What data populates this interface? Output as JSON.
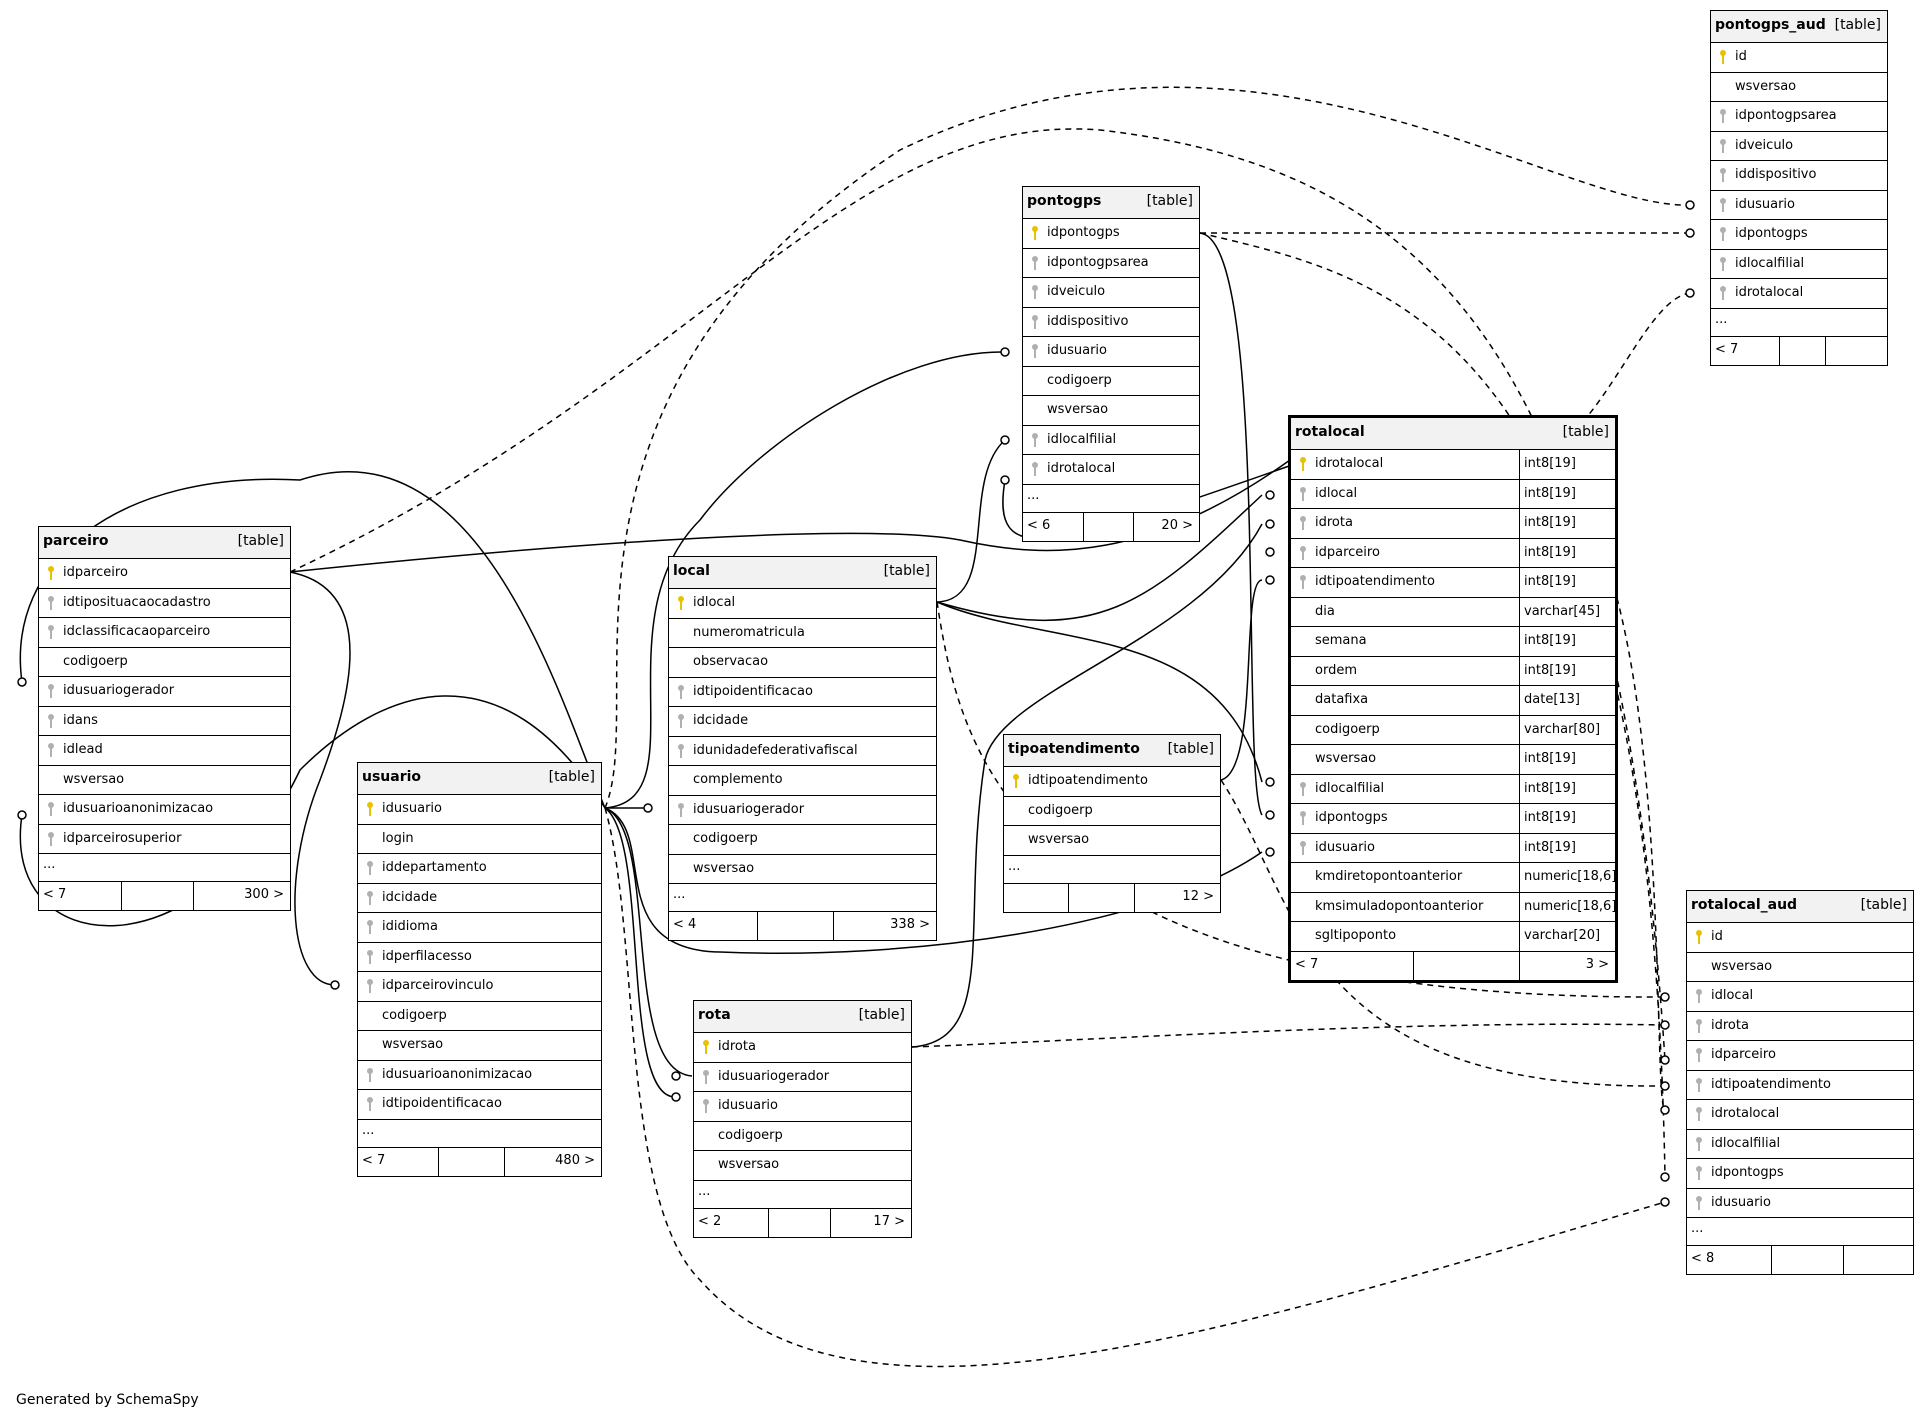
{
  "footer": "Generated by SchemaSpy",
  "tables": [
    {
      "name": "pontogps_aud",
      "type": "[table]",
      "columns": [
        {
          "name": "id",
          "key": "pk"
        },
        {
          "name": "wsversao",
          "key": ""
        },
        {
          "name": "idpontogpsarea",
          "key": "fk"
        },
        {
          "name": "idveiculo",
          "key": "fk"
        },
        {
          "name": "iddispositivo",
          "key": "fk"
        },
        {
          "name": "idusuario",
          "key": "fk"
        },
        {
          "name": "idpontogps",
          "key": "fk"
        },
        {
          "name": "idlocalfilial",
          "key": "fk"
        },
        {
          "name": "idrotalocal",
          "key": "fk"
        }
      ],
      "more": "...",
      "footer": [
        "< 7",
        "",
        ""
      ]
    },
    {
      "name": "pontogps",
      "type": "[table]",
      "columns": [
        {
          "name": "idpontogps",
          "key": "pk"
        },
        {
          "name": "idpontogpsarea",
          "key": "fk"
        },
        {
          "name": "idveiculo",
          "key": "fk"
        },
        {
          "name": "iddispositivo",
          "key": "fk"
        },
        {
          "name": "idusuario",
          "key": "fk"
        },
        {
          "name": "codigoerp",
          "key": ""
        },
        {
          "name": "wsversao",
          "key": ""
        },
        {
          "name": "idlocalfilial",
          "key": "fk"
        },
        {
          "name": "idrotalocal",
          "key": "fk"
        }
      ],
      "more": "...",
      "footer": [
        "< 6",
        "",
        "20 >"
      ]
    },
    {
      "name": "rotalocal",
      "type": "[table]",
      "columns": [
        {
          "name": "idrotalocal",
          "key": "pk",
          "type": "int8[19]"
        },
        {
          "name": "idlocal",
          "key": "fk",
          "type": "int8[19]"
        },
        {
          "name": "idrota",
          "key": "fk",
          "type": "int8[19]"
        },
        {
          "name": "idparceiro",
          "key": "fk",
          "type": "int8[19]"
        },
        {
          "name": "idtipoatendimento",
          "key": "fk",
          "type": "int8[19]"
        },
        {
          "name": "dia",
          "key": "",
          "type": "varchar[45]"
        },
        {
          "name": "semana",
          "key": "",
          "type": "int8[19]"
        },
        {
          "name": "ordem",
          "key": "",
          "type": "int8[19]"
        },
        {
          "name": "datafixa",
          "key": "",
          "type": "date[13]"
        },
        {
          "name": "codigoerp",
          "key": "",
          "type": "varchar[80]"
        },
        {
          "name": "wsversao",
          "key": "",
          "type": "int8[19]"
        },
        {
          "name": "idlocalfilial",
          "key": "fk",
          "type": "int8[19]"
        },
        {
          "name": "idpontogps",
          "key": "fk",
          "type": "int8[19]"
        },
        {
          "name": "idusuario",
          "key": "fk",
          "type": "int8[19]"
        },
        {
          "name": "kmdiretopontoanterior",
          "key": "",
          "type": "numeric[18,6]"
        },
        {
          "name": "kmsimuladopontoanterior",
          "key": "",
          "type": "numeric[18,6]"
        },
        {
          "name": "sgltipoponto",
          "key": "",
          "type": "varchar[20]"
        }
      ],
      "more": "",
      "footer": [
        "< 7",
        "",
        "3 >"
      ]
    },
    {
      "name": "parceiro",
      "type": "[table]",
      "columns": [
        {
          "name": "idparceiro",
          "key": "pk"
        },
        {
          "name": "idtiposituacaocadastro",
          "key": "fk"
        },
        {
          "name": "idclassificacaoparceiro",
          "key": "fk"
        },
        {
          "name": "codigoerp",
          "key": ""
        },
        {
          "name": "idusuariogerador",
          "key": "fk"
        },
        {
          "name": "idans",
          "key": "fk"
        },
        {
          "name": "idlead",
          "key": "fk"
        },
        {
          "name": "wsversao",
          "key": ""
        },
        {
          "name": "idusuarioanonimizacao",
          "key": "fk"
        },
        {
          "name": "idparceirosuperior",
          "key": "fk"
        }
      ],
      "more": "...",
      "footer": [
        "< 7",
        "",
        "300 >"
      ]
    },
    {
      "name": "local",
      "type": "[table]",
      "columns": [
        {
          "name": "idlocal",
          "key": "pk"
        },
        {
          "name": "numeromatricula",
          "key": ""
        },
        {
          "name": "observacao",
          "key": ""
        },
        {
          "name": "idtipoidentificacao",
          "key": "fk"
        },
        {
          "name": "idcidade",
          "key": "fk"
        },
        {
          "name": "idunidadefederativafiscal",
          "key": "fk"
        },
        {
          "name": "complemento",
          "key": ""
        },
        {
          "name": "idusuariogerador",
          "key": "fk"
        },
        {
          "name": "codigoerp",
          "key": ""
        },
        {
          "name": "wsversao",
          "key": ""
        }
      ],
      "more": "...",
      "footer": [
        "< 4",
        "",
        "338 >"
      ]
    },
    {
      "name": "usuario",
      "type": "[table]",
      "columns": [
        {
          "name": "idusuario",
          "key": "pk"
        },
        {
          "name": "login",
          "key": ""
        },
        {
          "name": "iddepartamento",
          "key": "fk"
        },
        {
          "name": "idcidade",
          "key": "fk"
        },
        {
          "name": "ididioma",
          "key": "fk"
        },
        {
          "name": "idperfilacesso",
          "key": "fk"
        },
        {
          "name": "idparceirovinculo",
          "key": "fk"
        },
        {
          "name": "codigoerp",
          "key": ""
        },
        {
          "name": "wsversao",
          "key": ""
        },
        {
          "name": "idusuarioanonimizacao",
          "key": "fk"
        },
        {
          "name": "idtipoidentificacao",
          "key": "fk"
        }
      ],
      "more": "...",
      "footer": [
        "< 7",
        "",
        "480 >"
      ]
    },
    {
      "name": "tipoatendimento",
      "type": "[table]",
      "columns": [
        {
          "name": "idtipoatendimento",
          "key": "pk"
        },
        {
          "name": "codigoerp",
          "key": ""
        },
        {
          "name": "wsversao",
          "key": ""
        }
      ],
      "more": "...",
      "footer": [
        "",
        "",
        "12 >"
      ]
    },
    {
      "name": "rota",
      "type": "[table]",
      "columns": [
        {
          "name": "idrota",
          "key": "pk"
        },
        {
          "name": "idusuariogerador",
          "key": "fk"
        },
        {
          "name": "idusuario",
          "key": "fk"
        },
        {
          "name": "codigoerp",
          "key": ""
        },
        {
          "name": "wsversao",
          "key": ""
        }
      ],
      "more": "...",
      "footer": [
        "< 2",
        "",
        "17 >"
      ]
    },
    {
      "name": "rotalocal_aud",
      "type": "[table]",
      "columns": [
        {
          "name": "id",
          "key": "pk"
        },
        {
          "name": "wsversao",
          "key": ""
        },
        {
          "name": "idlocal",
          "key": "fk"
        },
        {
          "name": "idrota",
          "key": "fk"
        },
        {
          "name": "idparceiro",
          "key": "fk"
        },
        {
          "name": "idtipoatendimento",
          "key": "fk"
        },
        {
          "name": "idrotalocal",
          "key": "fk"
        },
        {
          "name": "idlocalfilial",
          "key": "fk"
        },
        {
          "name": "idpontogps",
          "key": "fk"
        },
        {
          "name": "idusuario",
          "key": "fk"
        }
      ],
      "more": "...",
      "footer": [
        "< 8",
        "",
        ""
      ]
    }
  ]
}
